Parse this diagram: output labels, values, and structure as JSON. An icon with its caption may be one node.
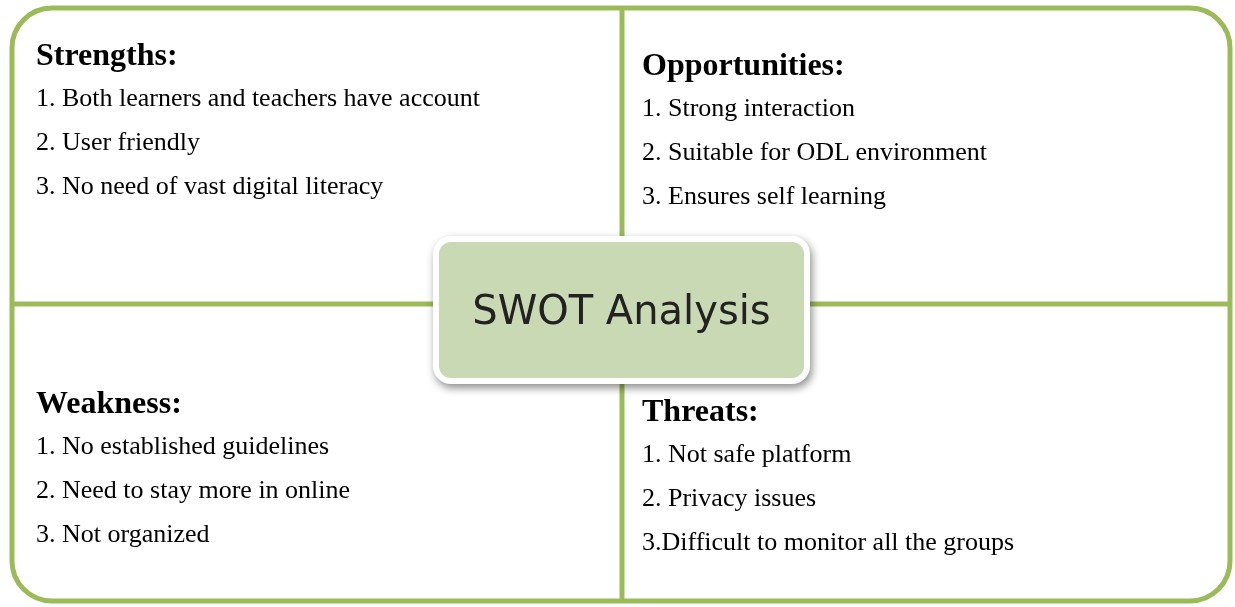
{
  "diagram": {
    "nodes": [
      {
        "text": [
          "Strengths:",
          "1. Both learners and teachers have account",
          "2. User friendly",
          "3. No need of vast digital literacy"
        ]
      },
      {
        "text": [
          "Opportunities:",
          "1. Strong interaction",
          "2. Suitable for ODL environment",
          "3. Ensures self learning"
        ]
      },
      {
        "text": [
          "Weakness:",
          "1. No established guidelines",
          "2. Need to stay more in online",
          "3. Not organized"
        ]
      },
      {
        "text": [
          "Threats:",
          "1. Not safe platform",
          "2. Privacy issues",
          "3.Difficult to monitor all the groups"
        ]
      },
      {
        "text": [
          "SWOT Analysis"
        ]
      }
    ]
  }
}
